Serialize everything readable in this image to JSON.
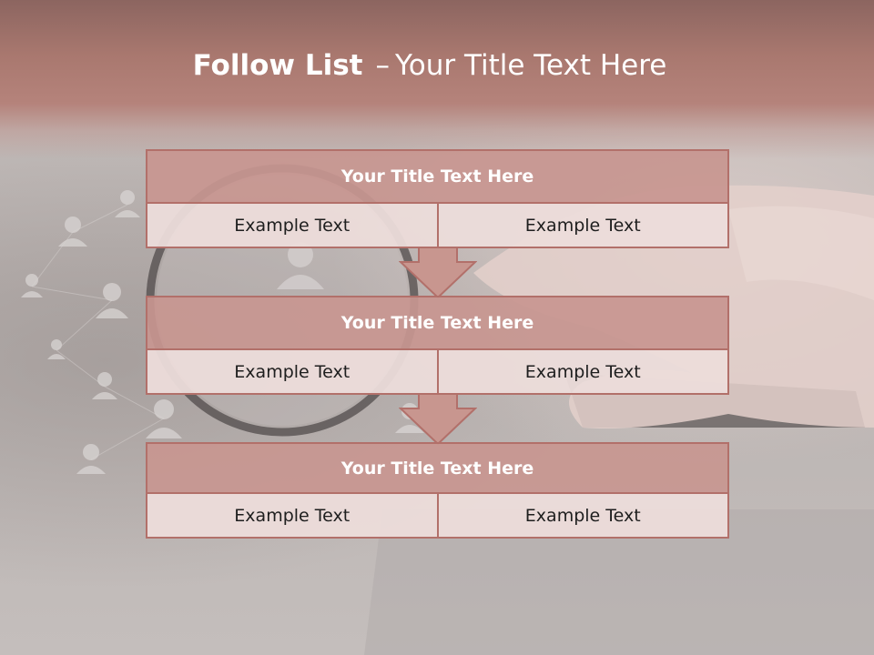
{
  "slide": {
    "title_bold": "Follow List",
    "title_dash": "–",
    "title_rest": "Your Title Text Here"
  },
  "blocks": [
    {
      "title": "Your Title Text Here",
      "left": "Example Text",
      "right": "Example Text"
    },
    {
      "title": "Your Title Text Here",
      "left": "Example Text",
      "right": "Example Text"
    },
    {
      "title": "Your Title Text Here",
      "left": "Example Text",
      "right": "Example Text"
    }
  ],
  "colors": {
    "header": "#a9786f",
    "block_head": "#c8968f",
    "block_cell": "#ecdcda",
    "border": "#b2706a",
    "arrow": "#c8968f"
  },
  "icons": {
    "background": "magnifier-hand-people-network-photo",
    "connector": "down-arrow-icon"
  }
}
